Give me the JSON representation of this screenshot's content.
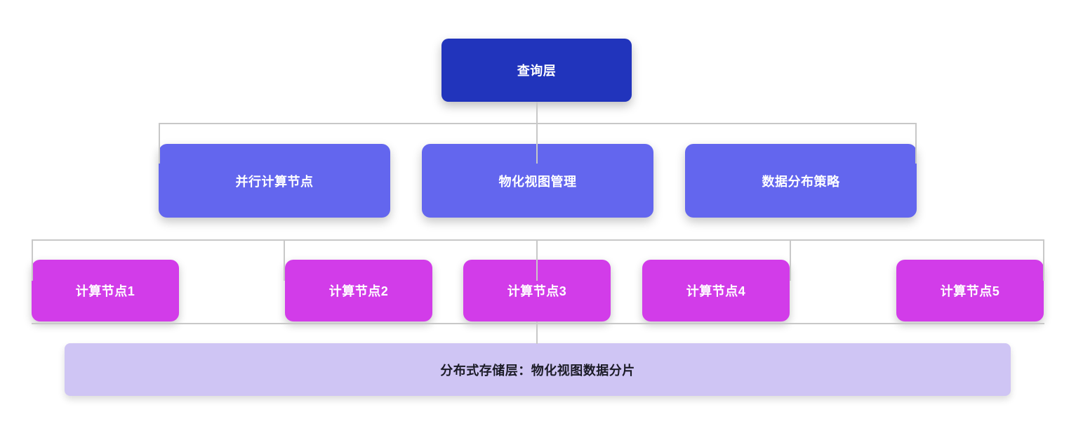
{
  "diagram": {
    "query_layer": {
      "label": "查询层"
    },
    "middle_nodes": [
      {
        "label": "并行计算节点"
      },
      {
        "label": "物化视图管理"
      },
      {
        "label": "数据分布策略"
      }
    ],
    "compute_nodes": [
      {
        "label": "计算节点1"
      },
      {
        "label": "计算节点2"
      },
      {
        "label": "计算节点3"
      },
      {
        "label": "计算节点4"
      },
      {
        "label": "计算节点5"
      }
    ],
    "storage_layer": {
      "label": "分布式存储层：物化视图数据分片"
    }
  },
  "colors": {
    "background": "#ffffff",
    "query_layer_bg": "#2134bc",
    "middle_node_bg": "#6366ee",
    "compute_node_bg": "#d23ce9",
    "storage_layer_bg": "#cfc5f4",
    "connector_line": "#c8c8c8",
    "text_on_dark": "#ffffff",
    "text_on_light": "#1b1b26"
  }
}
